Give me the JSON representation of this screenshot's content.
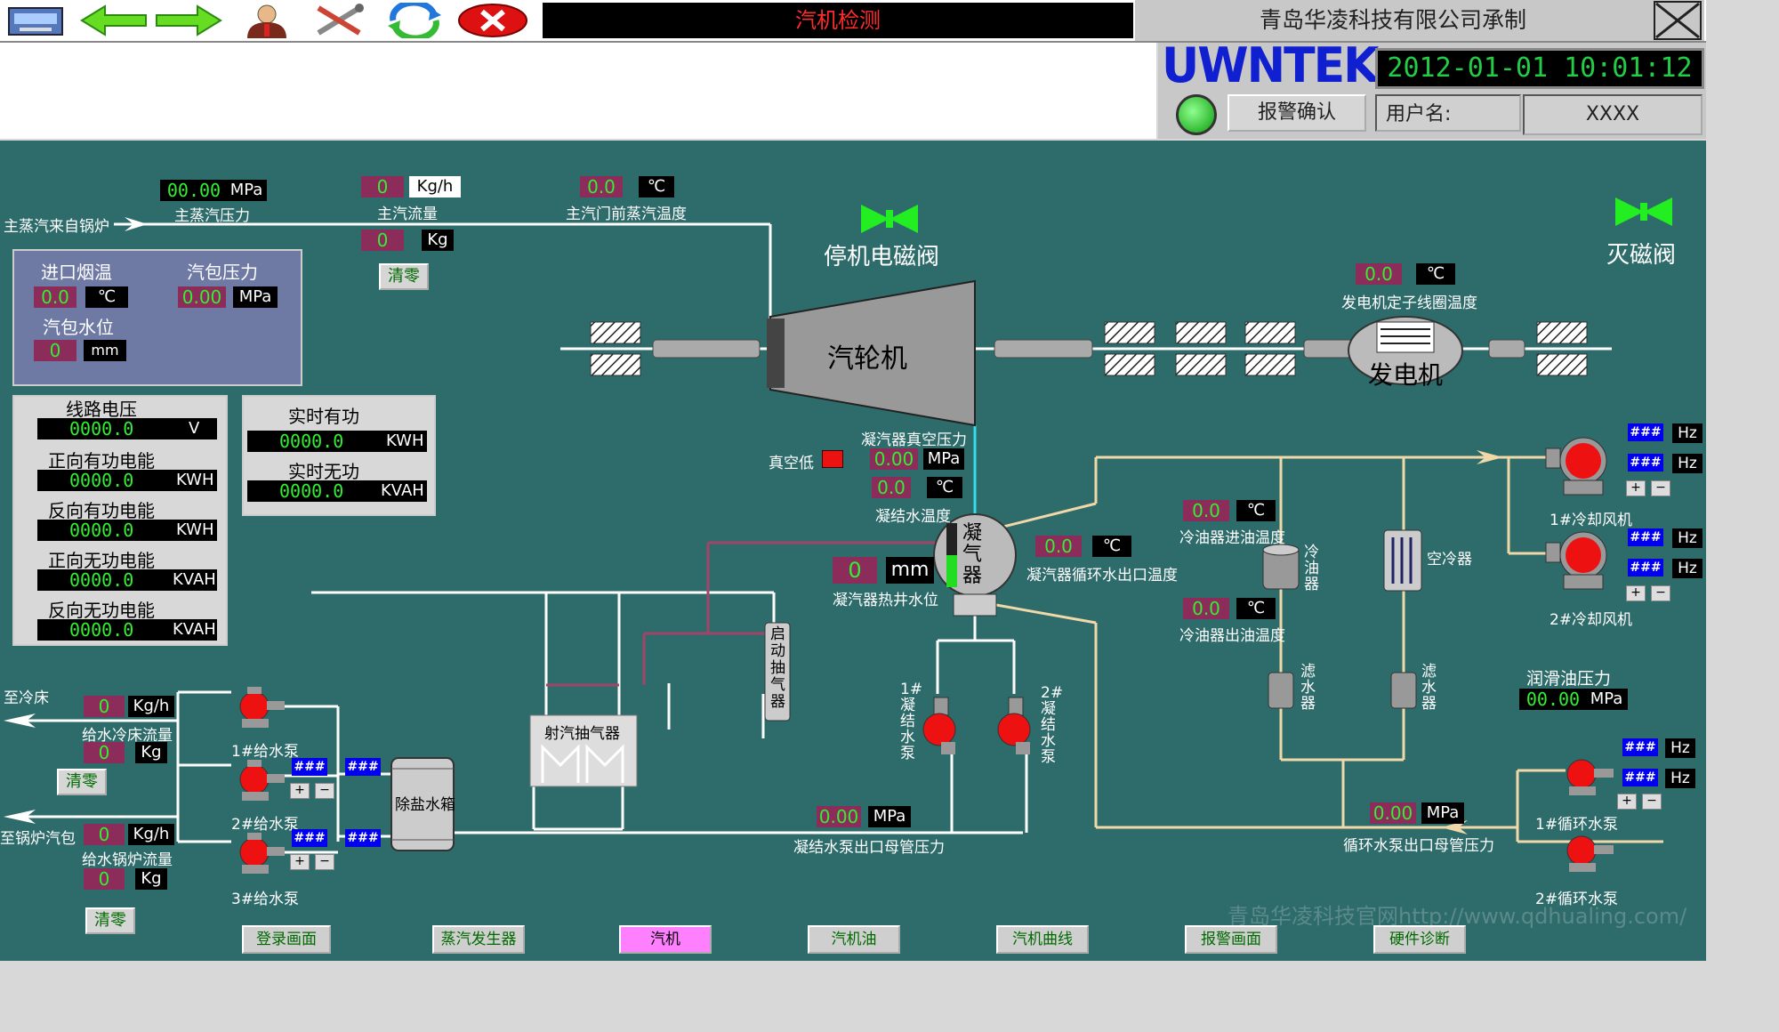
{
  "toolbar": {
    "icons": [
      "monitor-icon",
      "back-arrow-icon",
      "forward-arrow-icon",
      "user-icon",
      "tools-icon",
      "refresh-icon",
      "close-red-icon"
    ]
  },
  "header": {
    "title": "汽机检测",
    "company": "青岛华凌科技有限公司承制",
    "logo": "UWNTEK",
    "datetime": "2012-01-01  10:01:12",
    "alarm_confirm": "报警确认",
    "user_label": "用户名:",
    "user_value": "XXXX"
  },
  "steam": {
    "source_label": "主蒸汽来自锅炉",
    "pressure_value": "00.00",
    "pressure_unit": "MPa",
    "pressure_label": "主蒸汽压力",
    "flow_value": "0",
    "flow_unit": "Kg/h",
    "flow_label": "主汽流量",
    "total_value": "0",
    "total_unit": "Kg",
    "clear": "清零",
    "temp_value": "0.0",
    "temp_unit": "℃",
    "temp_label": "主汽门前蒸汽温度"
  },
  "boiler_panel": {
    "inlet_temp_label": "进口烟温",
    "inlet_temp_value": "0.0",
    "inlet_temp_unit": "℃",
    "drum_pressure_label": "汽包压力",
    "drum_pressure_value": "0.00",
    "drum_pressure_unit": "MPa",
    "drum_level_label": "汽包水位",
    "drum_level_value": "0",
    "drum_level_unit": "mm"
  },
  "electric_panel": {
    "rows": [
      {
        "label": "线路电压",
        "value": "0000.0",
        "unit": "V"
      },
      {
        "label": "正向有功电能",
        "value": "0000.0",
        "unit": "KWH"
      },
      {
        "label": "反向有功电能",
        "value": "0000.0",
        "unit": "KWH"
      },
      {
        "label": "正向无功电能",
        "value": "0000.0",
        "unit": "KVAH"
      },
      {
        "label": "反向无功电能",
        "value": "0000.0",
        "unit": "KVAH"
      }
    ]
  },
  "power_panel": {
    "active_label": "实时有功",
    "active_value": "0000.0",
    "active_unit": "KWH",
    "reactive_label": "实时无功",
    "reactive_value": "0000.0",
    "reactive_unit": "KVAH"
  },
  "valves": {
    "stop_valve": "停机电磁阀",
    "extinguish_valve": "灭磁阀"
  },
  "turbine": {
    "label": "汽轮机"
  },
  "generator": {
    "label": "发电机",
    "stator_temp_value": "0.0",
    "stator_temp_unit": "℃",
    "stator_temp_label": "发电机定子线圈温度"
  },
  "condenser": {
    "label": "凝\n气\n器",
    "vacuum_label": "凝汽器真空压力",
    "vacuum_value": "0.00",
    "vacuum_unit": "MPa",
    "vacuum_low": "真空低",
    "water_temp_value": "0.0",
    "water_temp_unit": "℃",
    "water_temp_label": "凝结水温度",
    "level_value": "0",
    "level_unit": "mm",
    "level_label": "凝汽器热井水位",
    "circ_out_temp_value": "0.0",
    "circ_out_temp_unit": "℃",
    "circ_out_temp_label": "凝汽器循环水出口温度"
  },
  "oil_cooler": {
    "in_temp_value": "0.0",
    "in_temp_unit": "℃",
    "in_temp_label": "冷油器进油温度",
    "out_temp_value": "0.0",
    "out_temp_unit": "℃",
    "out_temp_label": "冷油器出油温度",
    "cooler_label": "冷油器",
    "air_cooler_label": "空冷器",
    "filter1_label": "滤水器",
    "filter2_label": "滤水器"
  },
  "fans": {
    "fan1_label": "1#冷却风机",
    "fan2_label": "2#冷却风机",
    "hash": "###",
    "hz": "Hz"
  },
  "lube": {
    "label": "润滑油压力",
    "value": "00.00",
    "unit": "MPa"
  },
  "circ_pumps": {
    "pump1_label": "1#循环水泵",
    "pump2_label": "2#循环水泵",
    "pressure_value": "0.00",
    "pressure_unit": "MPa",
    "pressure_label": "循环水泵出口母管压力"
  },
  "cond_pumps": {
    "pump1_label": "1#\n凝\n结\n水\n泵",
    "pump2_label": "2#\n凝\n结\n水\n泵",
    "pressure_value": "0.00",
    "pressure_unit": "MPa",
    "pressure_label": "凝结水泵出口母管压力"
  },
  "ejectors": {
    "start_ejector": "启\n动\n抽\n气\n器",
    "jet_ejector": "射汽抽气器"
  },
  "feedwater": {
    "to_cold_bed": "至冷床",
    "cold_flow_value": "0",
    "cold_flow_unit": "Kg/h",
    "cold_flow_label": "给水冷床流量",
    "cold_total_value": "0",
    "cold_total_unit": "Kg",
    "to_boiler": "至锅炉汽包",
    "boiler_flow_value": "0",
    "boiler_flow_unit": "Kg/h",
    "boiler_flow_label": "给水锅炉流量",
    "boiler_total_value": "0",
    "boiler_total_unit": "Kg",
    "clear": "清零",
    "pump1": "1#给水泵",
    "pump2": "2#给水泵",
    "pump3": "3#给水泵",
    "tank": "除盐水箱"
  },
  "watermark": "青岛华凌科技官网http://www.qdhualing.com/",
  "nav": [
    {
      "label": "登录画面",
      "active": false
    },
    {
      "label": "蒸汽发生器",
      "active": false
    },
    {
      "label": "汽机",
      "active": true
    },
    {
      "label": "汽机油",
      "active": false
    },
    {
      "label": "汽机曲线",
      "active": false
    },
    {
      "label": "报警画面",
      "active": false
    },
    {
      "label": "硬件诊断",
      "active": false
    }
  ],
  "colors": {
    "background": "#2e6b6b",
    "pipe_beige": "#f0d8a8",
    "pipe_white": "#ffffff",
    "pipe_maroon": "#a0446a",
    "valve_green": "#22ee22",
    "pump_red": "#ee1111"
  }
}
